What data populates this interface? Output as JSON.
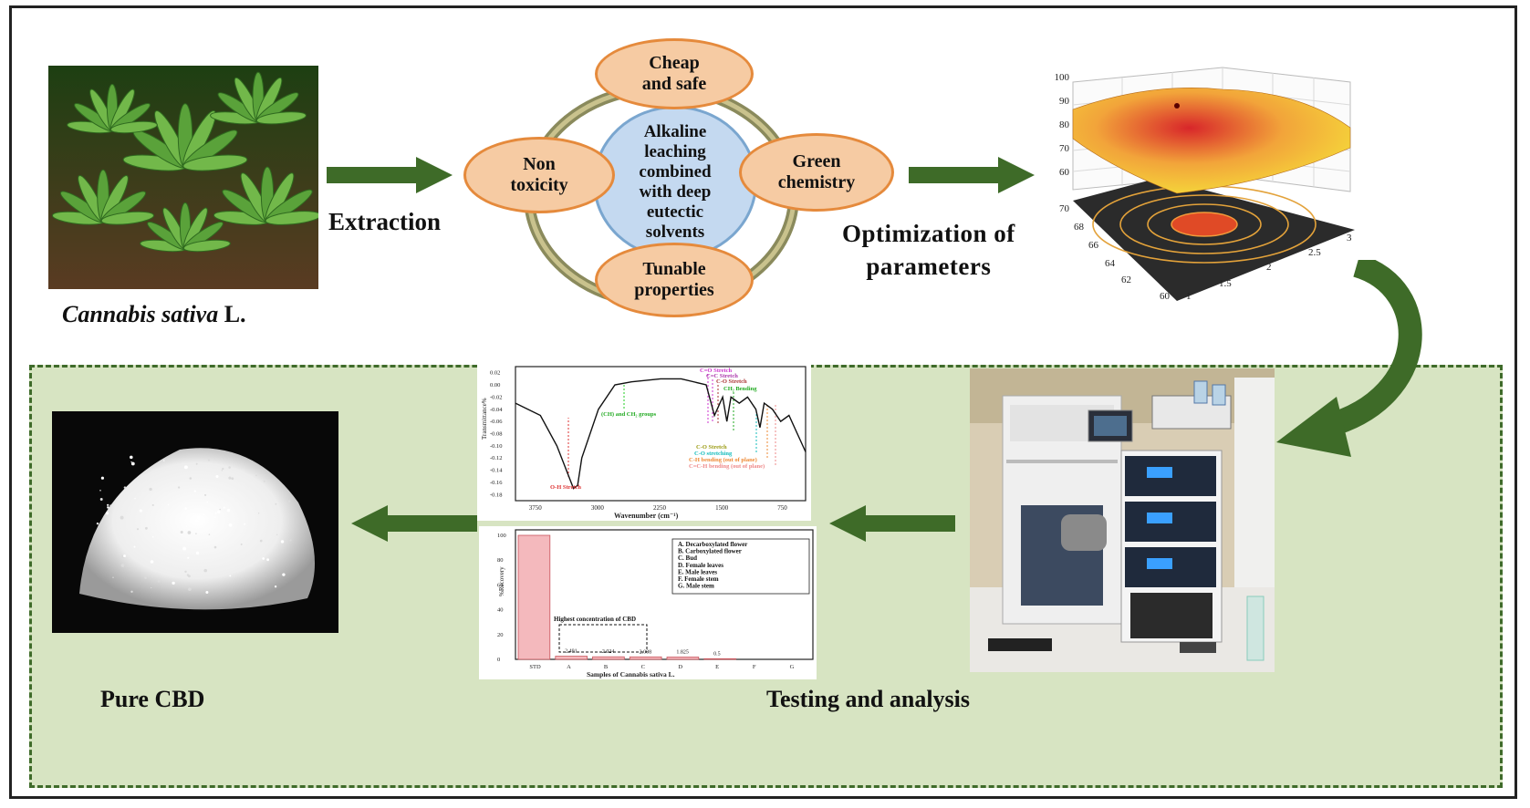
{
  "labels": {
    "extraction": "Extraction",
    "cannabis_italic": "Cannabis sativa",
    "cannabis_suffix": " L.",
    "optimization_line1": "Optimization of",
    "optimization_line2": "parameters",
    "pure_cbd": "Pure CBD",
    "testing": "Testing and analysis"
  },
  "ovals": {
    "top": [
      "Cheap",
      "and safe"
    ],
    "left": [
      "Non",
      "toxicity"
    ],
    "right": [
      "Green",
      "chemistry"
    ],
    "bottom": [
      "Tunable",
      "properties"
    ],
    "center": [
      "Alkaline",
      "leaching",
      "combined",
      "with deep",
      "eutectic",
      "solvents"
    ]
  },
  "surface_plot": {
    "z_ticks": [
      "100",
      "90",
      "80",
      "70",
      "60"
    ],
    "y_ticks": [
      "70",
      "68",
      "66",
      "64",
      "62",
      "60"
    ],
    "x_ticks": [
      "1",
      "1.5",
      "2",
      "2.5",
      "3"
    ]
  },
  "chart_data": [
    {
      "type": "line",
      "title": "",
      "xlabel": "Wavenumber (cm⁻¹)",
      "ylabel": "Transmittance%",
      "x_ticks": [
        "3750",
        "3000",
        "2250",
        "1500",
        "750"
      ],
      "y_ticks": [
        "0.02",
        "0.00",
        "-0.02",
        "-0.04",
        "-0.06",
        "-0.08",
        "-0.10",
        "-0.12",
        "-0.14",
        "-0.16",
        "-0.18"
      ],
      "x": [
        4000,
        3700,
        3500,
        3300,
        3250,
        3200,
        3000,
        2800,
        2600,
        2250,
        2000,
        1700,
        1600,
        1500,
        1450,
        1400,
        1300,
        1200,
        1100,
        1050,
        1000,
        900,
        800,
        700,
        600,
        500
      ],
      "y": [
        -0.03,
        -0.05,
        -0.1,
        -0.17,
        -0.165,
        -0.12,
        -0.04,
        0.0,
        0.005,
        0.01,
        0.01,
        0.0,
        -0.05,
        -0.02,
        -0.06,
        -0.02,
        -0.03,
        -0.02,
        -0.04,
        -0.07,
        -0.03,
        -0.04,
        -0.06,
        -0.05,
        -0.08,
        -0.11
      ],
      "annotations": [
        "O-H Stretch",
        "(CH) and CH₂ groups",
        "C=O Stretch",
        "C=C Stretch",
        "C-O Stretch",
        "CH₂ Bending",
        "C-O Stretch",
        "C-O stretching",
        "C-H bending (out of plane)",
        "C=C-H bending (out of plane)"
      ]
    },
    {
      "type": "bar",
      "title": "",
      "xlabel": "Samples of Cannabis sativa L.",
      "ylabel": "%Recovery",
      "categories": [
        "STD",
        "A",
        "B",
        "C",
        "D",
        "E",
        "F",
        "G"
      ],
      "values": [
        100,
        2.491,
        2.024,
        2.008,
        1.825,
        0.5,
        0,
        0
      ],
      "value_labels": [
        "",
        "2.491",
        "2.024",
        "2.008",
        "1.825",
        "0.5",
        "",
        ""
      ],
      "y_ticks": [
        "0",
        "20",
        "40",
        "60",
        "80",
        "100"
      ],
      "ylim": [
        0,
        100
      ],
      "legend": [
        "A. Decarboxylated flower",
        "B. Carboxylated flower",
        "C. Bud",
        "D. Female leaves",
        "E. Male leaves",
        "F. Female stem",
        "G. Male stem"
      ],
      "annotation": "Highest concentration of CBD"
    }
  ],
  "colors": {
    "arrow": "#3e6b28",
    "dash_bg": "#d7e4c2",
    "oval_fill": "#f6cba3",
    "oval_border": "#e58a3c",
    "center_fill": "#c4d9f0",
    "ring": "#8a8a5c",
    "bar": "#f4b9bd"
  },
  "icons": [
    "right-arrow-icon",
    "left-arrow-icon",
    "curved-arrow-icon"
  ]
}
